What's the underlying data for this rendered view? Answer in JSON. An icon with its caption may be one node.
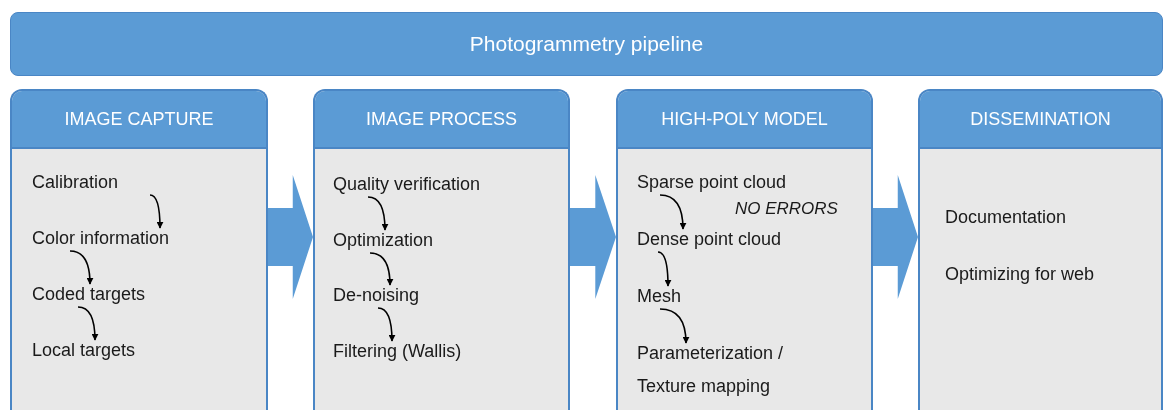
{
  "diagram": {
    "nodes": [
      {
        "text": [
          "Photogrammetry pipeline"
        ]
      },
      {
        "text": [
          "IMAGE CAPTURE"
        ]
      },
      {
        "text": [
          "Calibration"
        ],
        "in": 1
      },
      {
        "text": [
          "Color information"
        ],
        "in": 1
      },
      {
        "text": [
          "Coded targets"
        ],
        "in": 1
      },
      {
        "text": [
          "Local targets"
        ],
        "in": 1
      },
      {
        "text": [
          "IMAGE PROCESS"
        ]
      },
      {
        "text": [
          "Quality verification"
        ],
        "in": 6
      },
      {
        "text": [
          "Optimization"
        ],
        "in": 6
      },
      {
        "text": [
          "De-noising"
        ],
        "in": 6
      },
      {
        "text": [
          "Filtering (Wallis)"
        ],
        "in": 6
      },
      {
        "text": [
          "HIGH-POLY MODEL"
        ]
      },
      {
        "text": [
          "Sparse point cloud"
        ],
        "in": 11
      },
      {
        "text": [
          "Dense point cloud"
        ],
        "in": 11
      },
      {
        "text": [
          "Mesh"
        ],
        "in": 11
      },
      {
        "text": [
          "Parameterization / Texture mapping"
        ],
        "in": 11
      },
      {
        "text": [
          "DISSEMINATION"
        ]
      },
      {
        "text": [
          "Documentation"
        ],
        "in": 16
      },
      {
        "text": [
          "Optimizing for web"
        ],
        "in": 16
      }
    ],
    "edges": [
      {
        "from": 2,
        "to": 3,
        "arrow": "to"
      },
      {
        "from": 3,
        "to": 4,
        "arrow": "to"
      },
      {
        "from": 4,
        "to": 5,
        "arrow": "to"
      },
      {
        "from": 7,
        "to": 8,
        "arrow": "to"
      },
      {
        "from": 8,
        "to": 9,
        "arrow": "to"
      },
      {
        "from": 9,
        "to": 10,
        "arrow": "to"
      },
      {
        "from": 12,
        "to": 13,
        "arrow": "to"
      },
      {
        "from": 13,
        "to": 14,
        "arrow": "to"
      },
      {
        "from": 14,
        "to": 15,
        "arrow": "to"
      },
      {
        "from": 1,
        "to": 6,
        "arrow": "to",
        "style": "thick",
        "color": "#5b9bd5"
      },
      {
        "from": 6,
        "to": 11,
        "arrow": "to",
        "style": "thick",
        "color": "#5b9bd5"
      },
      {
        "from": 11,
        "to": 16,
        "arrow": "to",
        "style": "thick",
        "color": "#5b9bd5"
      }
    ],
    "labels": [
      "NO ERRORS"
    ]
  }
}
